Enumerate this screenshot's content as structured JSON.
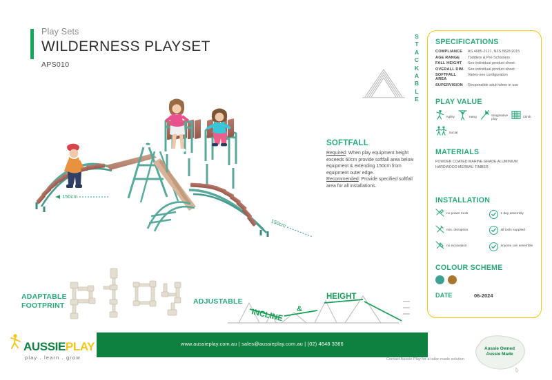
{
  "header": {
    "kicker": "Play Sets",
    "title": "WILDERNESS PLAYSET",
    "code": "APS010",
    "accent_color": "#16a75c"
  },
  "stackable": {
    "label": "STACKABLE",
    "letters": [
      "S",
      "T",
      "A",
      "C",
      "K",
      "A",
      "B",
      "L",
      "E"
    ],
    "diagram_name": "stacked-arches-diagram"
  },
  "illustration": {
    "name": "wilderness-playset-render",
    "dimension_labels": [
      "150cm",
      "150cm"
    ],
    "frame_color": "#57a99b",
    "timber_color": "#a9685c"
  },
  "softfall": {
    "heading": "SOFTFALL",
    "required_label": "Required",
    "required_text": ": When play equipment height exceeds 60cm provide softfall area below equipment & extending 150cm from equipment outer edge.",
    "recommended_label": "Recommended",
    "recommended_text": ": Provide specified softfall area for all installations."
  },
  "spec_panel": {
    "border_color": "#f5c518",
    "specifications": {
      "heading": "SPECIFICATIONS",
      "rows": [
        {
          "key": "COMPLIANCE",
          "value": "AS 4685-2121, NZS 5828:2015"
        },
        {
          "key": "AGE RANGE",
          "value": "Toddlers & Pre-Schoolers"
        },
        {
          "key": "FALL HEIGHT",
          "value": "See individual product  sheet"
        },
        {
          "key": "OVERALL DIM.",
          "value": "See individual product  sheet"
        },
        {
          "key": "SOFTFALL AREA",
          "value": "Varies-see configuration"
        },
        {
          "key": "SUPERVISION",
          "value": "Responsible adult when in use"
        }
      ]
    },
    "play_value": {
      "heading": "PLAY VALUE",
      "items": [
        {
          "label": "Agility",
          "icon": "agility-icon"
        },
        {
          "label": "Hang",
          "icon": "hang-icon"
        },
        {
          "label": "Imaginative play",
          "icon": "imaginative-play-icon"
        },
        {
          "label": "Climb",
          "icon": "climb-icon"
        },
        {
          "label": "Social",
          "icon": "social-icon"
        }
      ]
    },
    "materials": {
      "heading": "MATERIALS",
      "lines": [
        "POWDER COATED MARINE GRADE ALUMINIUM",
        "HARDWOOD MERBAU TIMBER"
      ]
    },
    "installation": {
      "heading": "INSTALLATION",
      "rows": [
        {
          "left": "no power tools",
          "left_icon": "no-power-tools-icon",
          "right": "1 day assembly"
        },
        {
          "left": "min. disruption",
          "left_icon": "no-disruption-icon",
          "right": "all tools supplied"
        },
        {
          "left": "no excavation",
          "left_icon": "no-excavation-icon",
          "right": "anyone can assemble"
        }
      ]
    },
    "colour_scheme": {
      "heading": "COLOUR SCHEME",
      "swatches": [
        "#3fa193",
        "#a8762f"
      ]
    },
    "date": {
      "label": "DATE",
      "value": "06-2024"
    }
  },
  "adaptable_footprint": {
    "line1": "ADAPTABLE",
    "line2": "FOOTPRINT",
    "diagram_name": "footprint-plan-variants"
  },
  "adjustable": {
    "label": "ADJUSTABLE",
    "incline": "INCLINE",
    "amp": "&",
    "height": "HEIGHT",
    "diagram_name": "incline-height-profile"
  },
  "footer": {
    "bar_color": "#0e8140",
    "contact": "www.aussieplay.com.au   |   sales@aussieplay.com.au   |   (02) 4648 3366",
    "tagline": "Contact Aussie Play for a tailor-made solution",
    "logo": {
      "word1": "AUSSIE",
      "word2": "PLAY",
      "sub": "play . learn . grow"
    },
    "badge": {
      "line1": "Aussie Owned",
      "line2": "Aussie Made"
    }
  }
}
